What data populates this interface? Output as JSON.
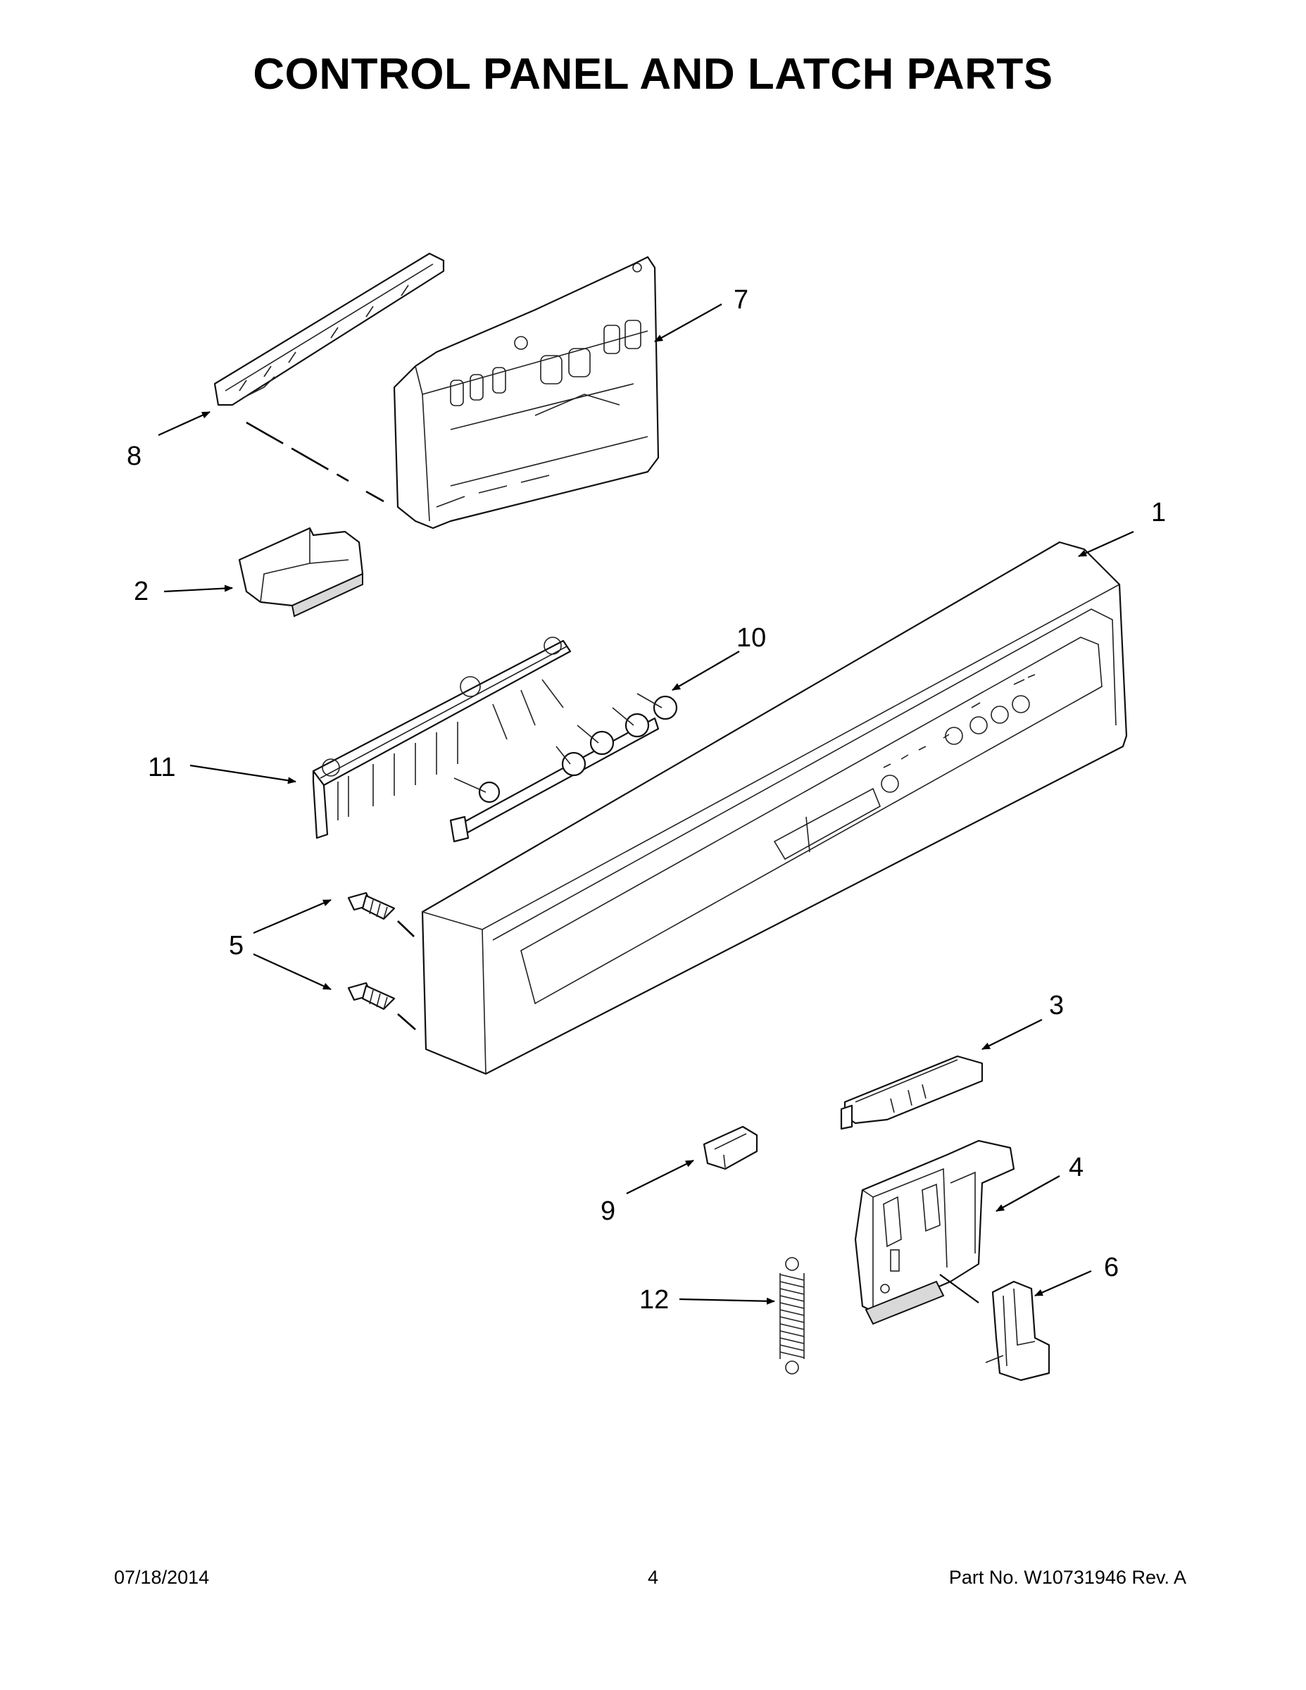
{
  "header": {
    "title": "CONTROL PANEL AND LATCH PARTS"
  },
  "callouts": [
    {
      "id": "1",
      "label": "1"
    },
    {
      "id": "2",
      "label": "2"
    },
    {
      "id": "3",
      "label": "3"
    },
    {
      "id": "4",
      "label": "4"
    },
    {
      "id": "5",
      "label": "5"
    },
    {
      "id": "6",
      "label": "6"
    },
    {
      "id": "7",
      "label": "7"
    },
    {
      "id": "8",
      "label": "8"
    },
    {
      "id": "9",
      "label": "9"
    },
    {
      "id": "10",
      "label": "10"
    },
    {
      "id": "11",
      "label": "11"
    },
    {
      "id": "12",
      "label": "12"
    }
  ],
  "footer": {
    "date": "07/18/2014",
    "page": "4",
    "part_no": "Part No.  W10731946  Rev.  A"
  }
}
